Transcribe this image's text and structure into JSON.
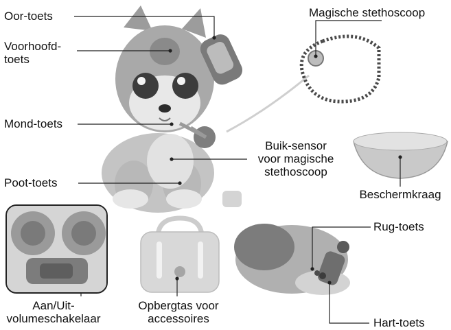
{
  "labels": {
    "ear_button": "Oor-toets",
    "forehead_button_line1": "Voorhoofd-",
    "forehead_button_line2": "toets",
    "magic_stethoscope": "Magische stethoscoop",
    "mouth_button": "Mond-toets",
    "belly_sensor_line1": "Buik-sensor",
    "belly_sensor_line2": "voor magische",
    "belly_sensor_line3": "stethoscoop",
    "paw_button": "Poot-toets",
    "protective_collar": "Beschermkraag",
    "back_button": "Rug-toets",
    "power_switch_line1": "Aan/Uit-",
    "power_switch_line2": "volumeschakelaar",
    "storage_bag_line1": "Opbergtas voor",
    "storage_bag_line2": "accessoires",
    "heart_button": "Hart-toets"
  },
  "colors": {
    "leader_line": "#222222",
    "photo_light": "#d9d9d9",
    "photo_mid": "#a8a8a8",
    "photo_dark": "#6a6a6a"
  }
}
